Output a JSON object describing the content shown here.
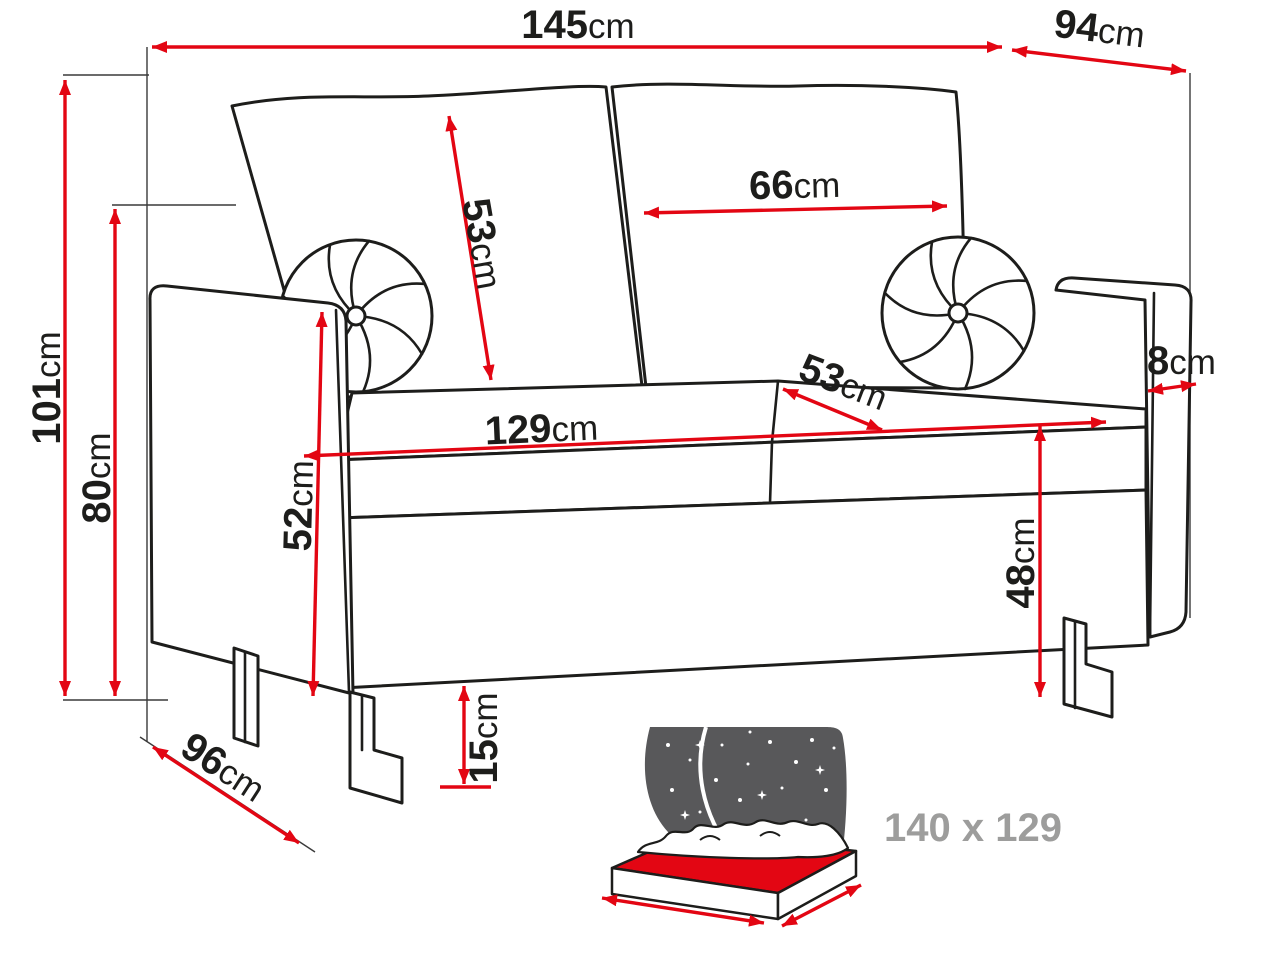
{
  "diagram": {
    "type": "furniture-dimension-diagram",
    "subject": "two-seat sofa with round side pillows and sleeping function",
    "colors": {
      "dimension_red": "#e30613",
      "outline_black": "#1d1d1b",
      "muted_gray": "#9d9d9c",
      "blanket_gray": "#58585a",
      "fill_white": "#ffffff"
    },
    "dimensions": {
      "overall_width": {
        "value": "145",
        "unit": "cm"
      },
      "overall_depth_top": {
        "value": "94",
        "unit": "cm"
      },
      "back_cushion_width": {
        "value": "66",
        "unit": "cm"
      },
      "back_cushion_height": {
        "value": "53",
        "unit": "cm"
      },
      "total_height": {
        "value": "101",
        "unit": "cm"
      },
      "backrest_height": {
        "value": "80",
        "unit": "cm"
      },
      "armrest_top_width": {
        "value": "8",
        "unit": "cm"
      },
      "seat_cushion_depth": {
        "value": "53",
        "unit": "cm"
      },
      "seat_width": {
        "value": "129",
        "unit": "cm"
      },
      "armrest_height": {
        "value": "52",
        "unit": "cm"
      },
      "seat_height": {
        "value": "48",
        "unit": "cm"
      },
      "leg_height": {
        "value": "15",
        "unit": "cm"
      },
      "base_depth": {
        "value": "96",
        "unit": "cm"
      }
    },
    "sleeping_area": {
      "label": "140 x 129"
    }
  }
}
